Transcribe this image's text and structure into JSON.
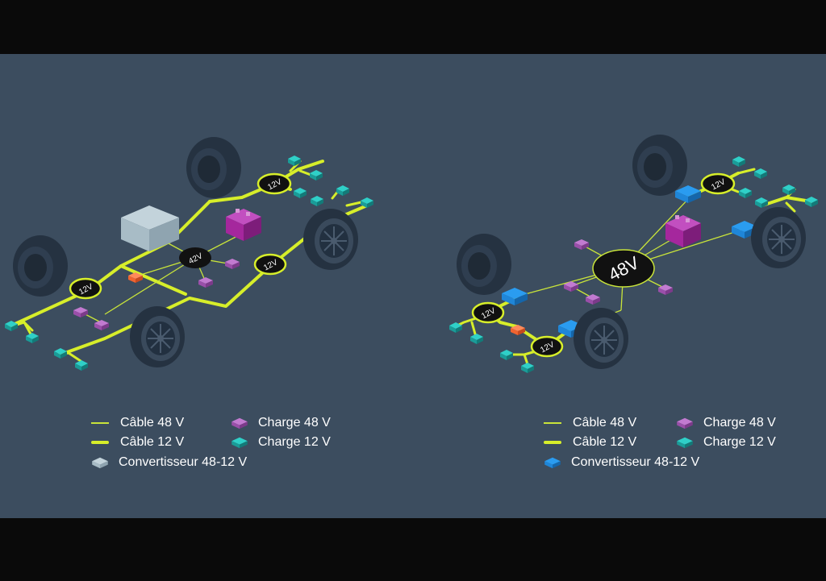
{
  "left_diagram": {
    "node_labels": [
      "12V",
      "42V",
      "12V",
      "12V"
    ],
    "legend": {
      "cable_48": "Câble 48 V",
      "cable_12": "Câble 12 V",
      "converter": "Convertisseur 48-12 V",
      "charge_48": "Charge 48 V",
      "charge_12": "Charge 12 V"
    }
  },
  "right_diagram": {
    "node_labels": [
      "12V",
      "48V",
      "12V",
      "12V"
    ],
    "legend": {
      "cable_48": "Câble 48 V",
      "cable_12": "Câble 12 V",
      "converter": "Convertisseur 48-12 V",
      "charge_48": "Charge 48 V",
      "charge_12": "Charge 12 V"
    }
  },
  "colors": {
    "background": "#3c4d5f",
    "cable": "#d7ee2a",
    "charge_48": "#a64fb3",
    "charge_12": "#1fb3b0",
    "converter_left": "#a8bcc6",
    "converter_right": "#1f86d8",
    "fuse": "#f06430",
    "battery": "#a5279d"
  },
  "icons": {
    "battery": "battery-icon",
    "wheel": "wheel-icon"
  }
}
